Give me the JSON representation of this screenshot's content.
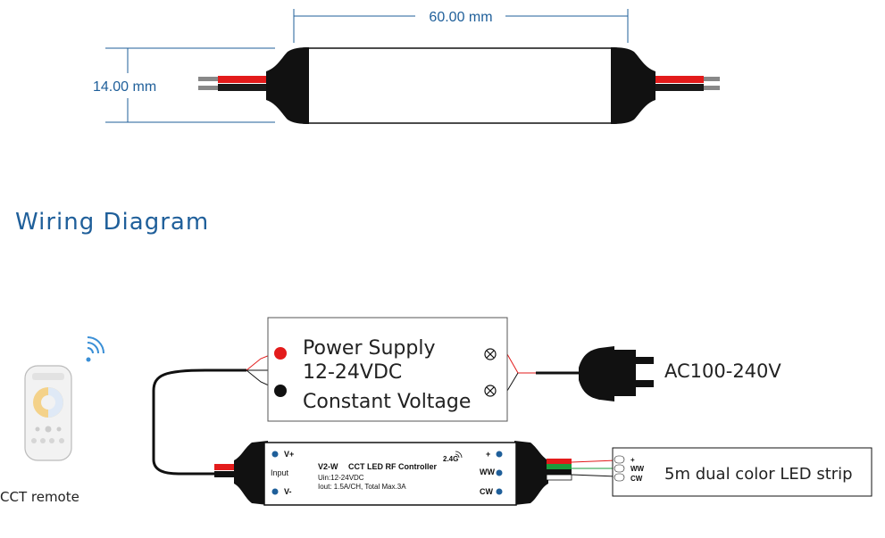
{
  "dimensions": {
    "length": "60.00 mm",
    "height": "14.00 mm"
  },
  "title": "Wiring Diagram",
  "power_supply": {
    "line1": "Power Supply",
    "line2": "12-24VDC",
    "line3": "Constant Voltage"
  },
  "ac_label": "AC100-240V",
  "controller": {
    "vplus": "V+",
    "vminus": "V-",
    "input": "Input",
    "model": "V2-W",
    "name": "CCT LED RF Controller",
    "freq": "2.4G",
    "uin": "Uin:12-24VDC",
    "iout": "Iout: 1.5A/CH, Total Max.3A",
    "plus": "+",
    "ww": "WW",
    "cw": "CW"
  },
  "strip": {
    "plus": "+",
    "ww": "WW",
    "cw": "CW",
    "label": "5m dual color LED strip"
  },
  "remote_label": "CCT remote",
  "colors": {
    "dim_blue": "#1f5f9a",
    "wire_red": "#e31b1b",
    "wire_green": "#1a9b3c",
    "dot_blue": "#1f5f9a"
  }
}
